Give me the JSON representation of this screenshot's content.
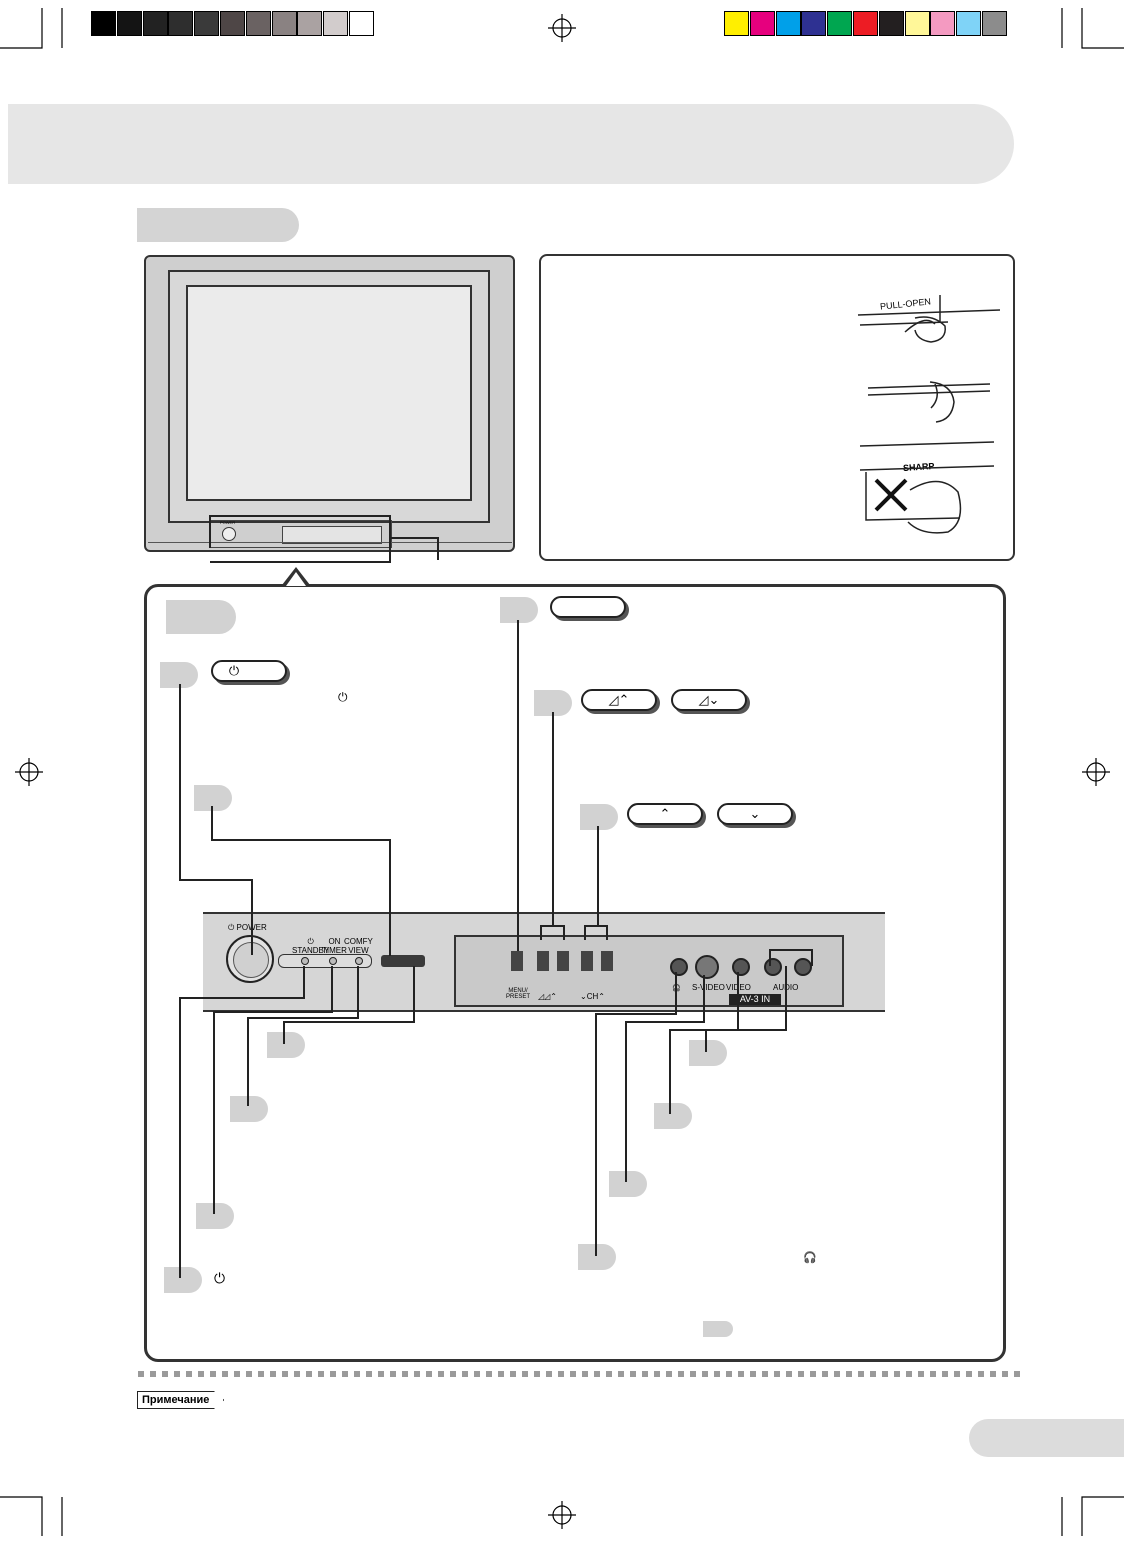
{
  "print_marks": {
    "grayscale": [
      "#000000",
      "#141414",
      "#222222",
      "#2e2e2e",
      "#3a3a3a",
      "#4e4646",
      "#6a6262",
      "#8a8282",
      "#aaa2a2",
      "#d2cccc",
      "#ffffff"
    ],
    "color_bar": [
      "#ffef00",
      "#e6007e",
      "#00a0e9",
      "#2e3192",
      "#00a650",
      "#ed1c24",
      "#231f20",
      "#fff799",
      "#f49ac1",
      "#7fd3f7",
      "#8c8c8c"
    ]
  },
  "tv_illustration": {
    "tiny_front_label": "POWER"
  },
  "note_box": {
    "illustrations": [
      {
        "name": "pull-open-illustration",
        "text": "PULL-OPEN"
      },
      {
        "name": "close-door-illustration",
        "text": ""
      },
      {
        "name": "do-not-hold-illustration",
        "text": "SHARP"
      }
    ]
  },
  "buttons": {
    "power_symbol": "⏻",
    "power_inline_symbol": "⏻",
    "menu_blank": "",
    "vol_up": "◿⌃",
    "vol_down": "◿⌄",
    "ch_up": "⌃",
    "ch_down": "⌄",
    "standby_symbol": "⏻",
    "headphone_symbol": "🎧"
  },
  "front_panel": {
    "power_label": "⏻ POWER",
    "standby_label": "⏻\nSTANDBY",
    "on_timer_label": "ON\nTIMER",
    "comfy_view_label": "COMFY\nVIEW",
    "menu_preset_label": "MENU/\nPRESET",
    "vol_label": "◿◿⌃",
    "ch_label": "⌄CH⌃",
    "headphone_label": "🎧",
    "s_video_label": "S-VIDEO",
    "video_label": "VIDEO",
    "audio_label": "AUDIO",
    "av_label": "AV-3 IN"
  },
  "footer": {
    "note_label": "Примечание"
  }
}
